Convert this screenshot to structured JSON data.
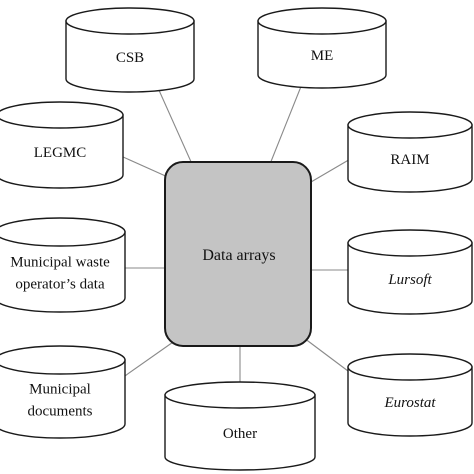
{
  "center": {
    "label": "Data arrays",
    "fill_color": "#c4c4c4"
  },
  "sources": [
    {
      "id": "csb",
      "label_lines": [
        "CSB"
      ],
      "italic": false
    },
    {
      "id": "me",
      "label_lines": [
        "ME"
      ],
      "italic": false
    },
    {
      "id": "legmc",
      "label_lines": [
        "LEGMC"
      ],
      "italic": false
    },
    {
      "id": "raim",
      "label_lines": [
        "RAIM"
      ],
      "italic": false
    },
    {
      "id": "municipal-waste",
      "label_lines": [
        "Municipal waste",
        "operator’s data"
      ],
      "italic": false
    },
    {
      "id": "lursoft",
      "label_lines": [
        "Lursoft"
      ],
      "italic": true
    },
    {
      "id": "municipal-documents",
      "label_lines": [
        "Municipal",
        "documents"
      ],
      "italic": false
    },
    {
      "id": "eurostat",
      "label_lines": [
        "Eurostat"
      ],
      "italic": true
    },
    {
      "id": "other",
      "label_lines": [
        "Other"
      ],
      "italic": false
    }
  ]
}
